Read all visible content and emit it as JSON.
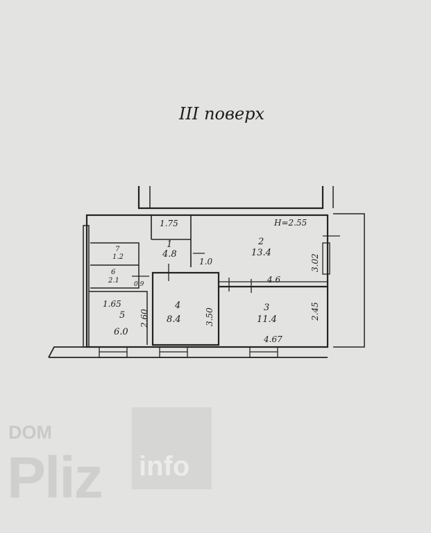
{
  "title": "III поверх",
  "ceiling_height": "H=2.55",
  "rooms": [
    {
      "number": "1",
      "area": "4.8"
    },
    {
      "number": "2",
      "area": "13.4"
    },
    {
      "number": "3",
      "area": "11.4"
    },
    {
      "number": "4",
      "area": "8.4"
    },
    {
      "number": "5",
      "area": "6.0"
    },
    {
      "number": "7",
      "area": "1.2"
    },
    {
      "number": "6",
      "area": "2.1"
    }
  ],
  "dimensions": [
    "1.75",
    "1.0",
    "4.6",
    "3.02",
    "3.50",
    "2.60",
    "2.45",
    "4.67",
    "1.65",
    "0.9"
  ],
  "watermark": {
    "dom": "DOM",
    "pliz": "Pliz",
    "info": "info"
  }
}
